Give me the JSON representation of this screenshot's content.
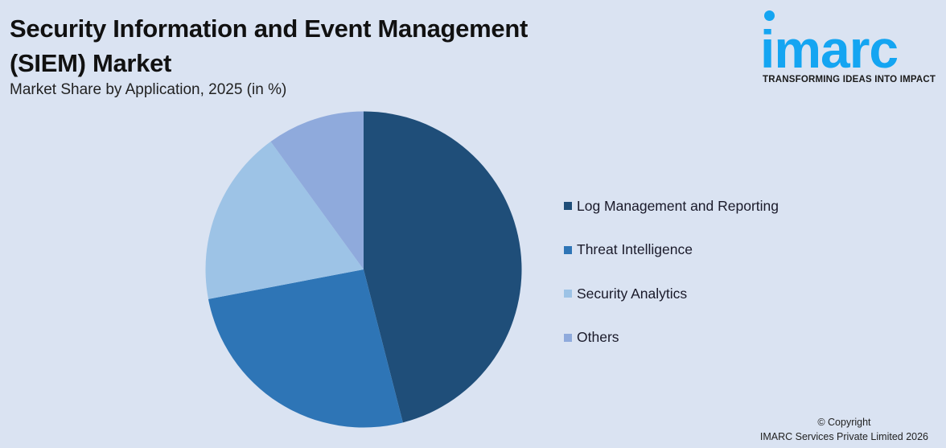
{
  "header": {
    "title_line1": "Security Information and Event Management",
    "title_line2": "(SIEM) Market",
    "subtitle": "Market Share by Application, 2025 (in %)"
  },
  "logo": {
    "wordmark": "imarc",
    "tagline": "TRANSFORMING IDEAS INTO IMPACT",
    "color": "#14a5f2"
  },
  "legend": {
    "items": [
      {
        "label": "Log Management and Reporting",
        "color": "#1f4e79"
      },
      {
        "label": "Threat Intelligence",
        "color": "#2e75b6"
      },
      {
        "label": "Security Analytics",
        "color": "#9dc3e6"
      },
      {
        "label": "Others",
        "color": "#8faadc"
      }
    ]
  },
  "footer": {
    "copyright_line1": "© Copyright",
    "copyright_line2": "IMARC Services Private Limited 2026"
  },
  "chart_data": {
    "type": "pie",
    "title": "Security Information and Event Management (SIEM) Market",
    "subtitle": "Market Share by Application, 2025 (in %)",
    "categories": [
      "Log Management and Reporting",
      "Threat Intelligence",
      "Security Analytics",
      "Others"
    ],
    "values": [
      46,
      26,
      18,
      10
    ],
    "colors": [
      "#1f4e79",
      "#2e75b6",
      "#9dc3e6",
      "#8faadc"
    ],
    "start_angle_deg": 0,
    "direction": "clockwise",
    "legend_position": "right",
    "data_labels": false
  }
}
